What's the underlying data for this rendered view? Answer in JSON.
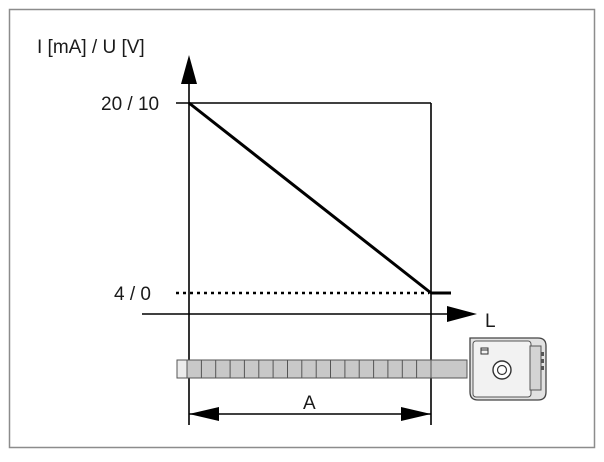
{
  "diagram": {
    "y_axis_label": "I [mA] / U [V]",
    "x_axis_label": "L",
    "upper_level_label": "20 / 10",
    "lower_level_label": "4 / 0",
    "dimension_label": "A",
    "ruler_segments": 17
  },
  "chart_data": {
    "type": "line",
    "title": "",
    "xlabel": "L",
    "ylabel": "I [mA] / U [V]",
    "y_ticks": [
      "4 / 0",
      "20 / 10"
    ],
    "series": [
      {
        "x": [
          "0",
          "A"
        ],
        "y": [
          "20 / 10",
          "4 / 0"
        ]
      }
    ]
  }
}
